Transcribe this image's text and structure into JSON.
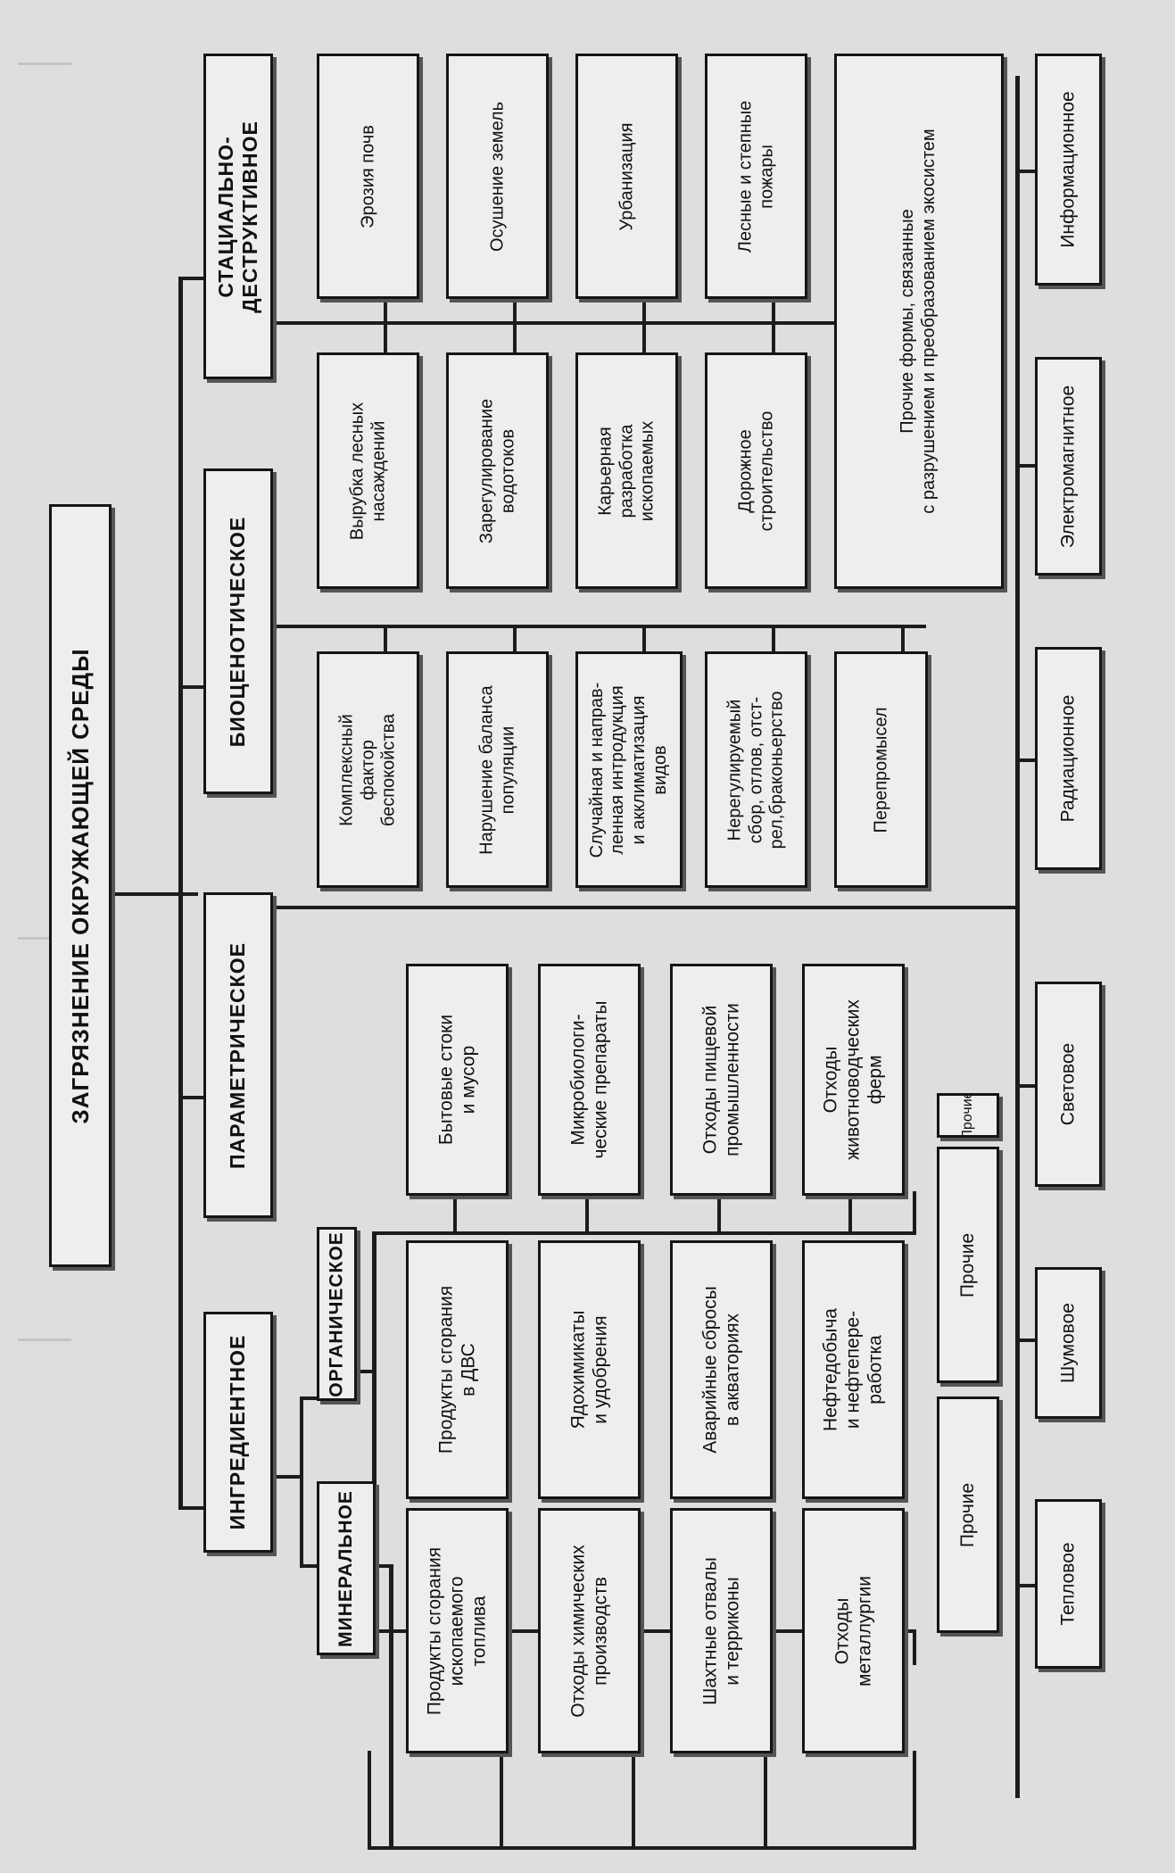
{
  "title": "ЗАГРЯЗНЕНИЕ ОКРУЖАЮЩЕЙ СРЕДЫ",
  "categories": {
    "ingredient": "ИНГРЕДИЕНТНОЕ",
    "parametric": "ПАРАМЕТРИЧЕСКОЕ",
    "biocenotic": "БИОЦЕНОТИЧЕСКОЕ",
    "stational": "СТАЦИАЛЬНО-\nДЕСТРУКТИВНОЕ"
  },
  "subcategories": {
    "mineral": "МИНЕРАЛЬНОЕ",
    "organic": "ОРГАНИЧЕСКОЕ"
  },
  "mineral_items": [
    "Продукты сгорания\nископаемого\nтоплива",
    "Отходы химических\nпроизводств",
    "Шахтные отвалы\nи терриконы",
    "Отходы\nметаллургии",
    "Прочие"
  ],
  "organic_items_a": [
    "Продукты сгорания\nв ДВС",
    "Ядохимикаты\nи удобрения",
    "Аварийные сбросы\nв акваториях",
    "Нефтедобыча\nи нефтепере-\nработка",
    "Прочие"
  ],
  "organic_items_b": [
    "Бытовые стоки\nи мусор",
    "Микробиологи-\nческие препараты",
    "Отходы пищевой\nпромышленности",
    "Отходы\nживотноводческих\nферм",
    "Прочие"
  ],
  "parametric_items": [
    "Тепловое",
    "Шумовое",
    "Световое",
    "Радиационное",
    "Электромагнитное",
    "Информационное"
  ],
  "biocenotic_items": [
    "Комплексный\nфактор\nбеспокойства",
    "Нарушение баланса\nпопуляции",
    "Случайная и направ-\nленная интродукция\nи акклиматизация\nвидов",
    "Нерегулируемый\nсбор, отлов, отст-\nрел,браконьерство",
    "Перепромысел"
  ],
  "stational_items_a": [
    "Вырубка лесных\nнасаждений",
    "Зарегулирование\nводотоков",
    "Карьерная\nразработка\nископаемых",
    "Дорожное\nстроительство",
    "Прочие формы, связанные\nс разрушением и преобразованием экосистем"
  ],
  "stational_items_b": [
    "Эрозия почв",
    "Осушение земель",
    "Урбанизация",
    "Лесные и степные\nпожары"
  ]
}
